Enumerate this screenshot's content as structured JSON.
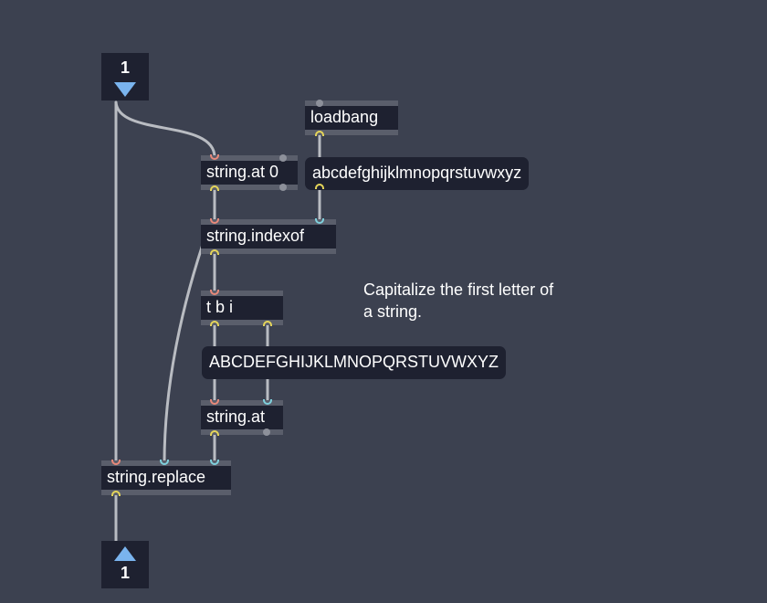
{
  "patch": {
    "inlet": {
      "number": "1"
    },
    "outlet": {
      "number": "1"
    },
    "objects": {
      "loadbang": "loadbang",
      "string_at_0": "string.at 0",
      "string_indexof": "string.indexof",
      "trigger": "t b i",
      "string_at": "string.at",
      "string_replace": "string.replace"
    },
    "messages": {
      "lowercase": "abcdefghijklmnopqrstuvwxyz",
      "uppercase": "ABCDEFGHIJKLMNOPQRSTUVWXYZ"
    },
    "comment": "Capitalize the first letter of\na string."
  },
  "colors": {
    "background": "#3c4150",
    "object": "#1e2130",
    "inlet_triangle": "#7ab4ee",
    "port_red": "#e8897a",
    "port_cyan": "#7fd0dc",
    "port_yellow": "#e6d65a",
    "cord": "#b9bcc2"
  }
}
